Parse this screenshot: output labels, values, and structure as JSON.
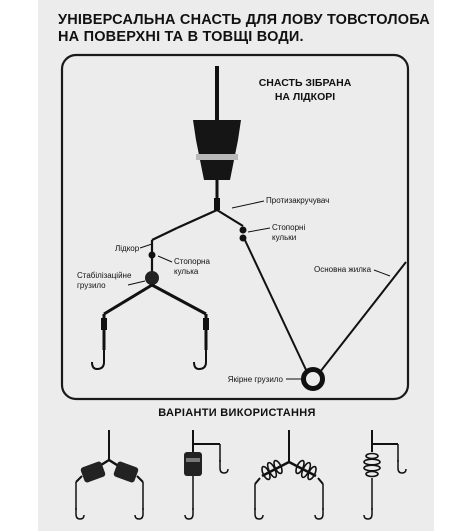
{
  "title": {
    "line1": "УНІВЕРСАЛЬНА СНАСТЬ ДЛЯ ЛОВУ ТОВСТОЛОБА",
    "line2": "НА ПОВЕРХНІ ТА В ТОВЩІ ВОДИ."
  },
  "diagram": {
    "assembled": {
      "line1": "СНАСТЬ ЗІБРАНА",
      "line2": "НА ЛІДКОРІ"
    },
    "labels": {
      "swivel": "Протизакручувач",
      "stopper_beads_1": "Стопорні",
      "stopper_beads_2": "кульки",
      "leadcore": "Лідкор",
      "stopper_bead_1": "Стопорна",
      "stopper_bead_2": "кулька",
      "stab_weight_1": "Стабілізаційне",
      "stab_weight_2": "грузило",
      "main_line": "Основна жилка",
      "anchor_weight": "Якірне грузило"
    }
  },
  "usage": {
    "title": "ВАРІАНТИ ВИКОРИСТАННЯ"
  }
}
